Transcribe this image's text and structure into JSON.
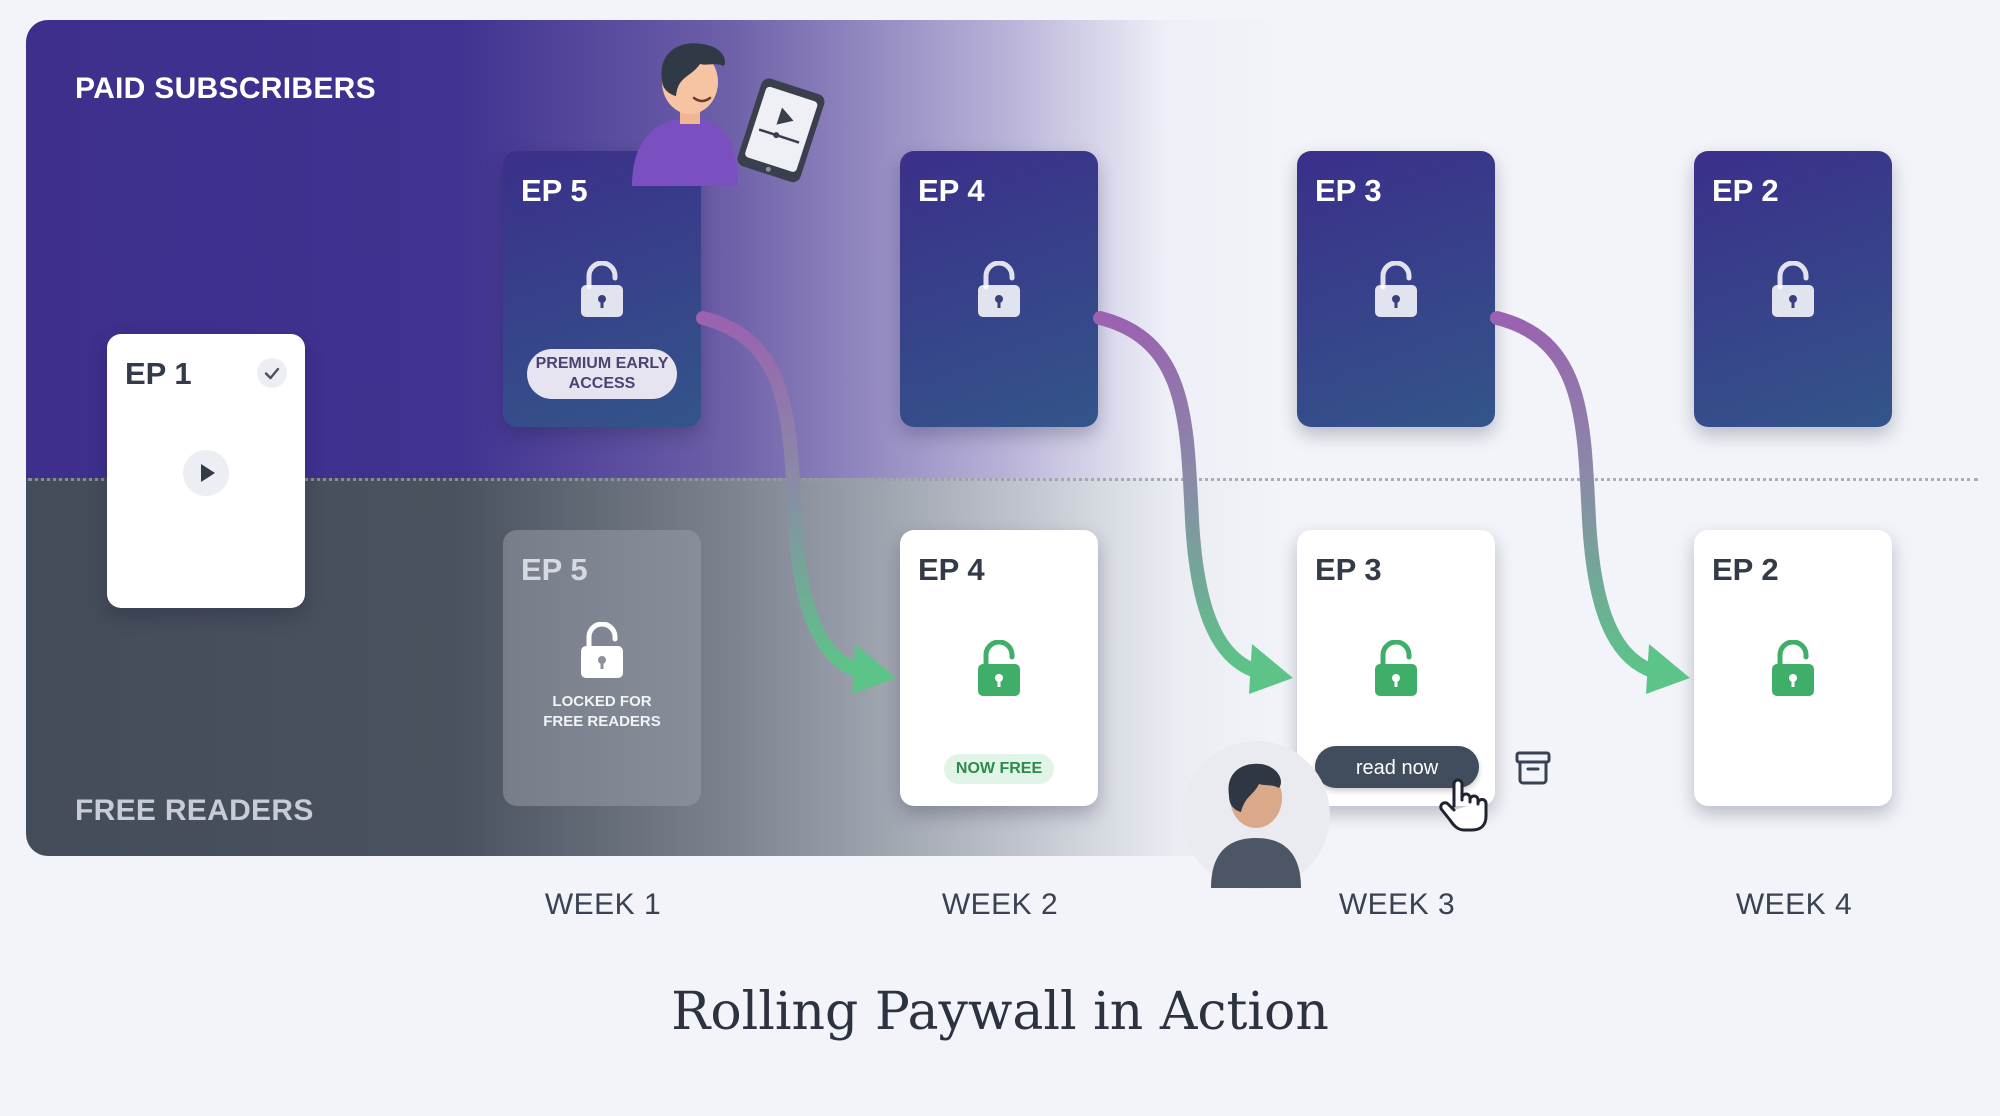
{
  "sections": {
    "paid_label": "PAID SUBSCRIBERS",
    "free_label": "FREE READERS"
  },
  "episode_1": {
    "label": "EP 1"
  },
  "paid_row": [
    {
      "label": "EP 5",
      "badge": "PREMIUM EARLY ACCESS"
    },
    {
      "label": "EP 4"
    },
    {
      "label": "EP 3"
    },
    {
      "label": "EP 2"
    }
  ],
  "free_row": [
    {
      "label": "EP 5",
      "note": "LOCKED FOR FREE READERS"
    },
    {
      "label": "EP 4",
      "badge": "NOW FREE"
    },
    {
      "label": "EP 3",
      "button": "read now"
    },
    {
      "label": "EP 2"
    }
  ],
  "weeks": [
    "WEEK 1",
    "WEEK 2",
    "WEEK 3",
    "WEEK 4"
  ],
  "title": "Rolling Paywall in Action",
  "colors": {
    "paid_band": "#3e2f8c",
    "free_band": "#434c59",
    "unlocked_green": "#3fae68",
    "arrow_purple": "#9a62b0",
    "arrow_green": "#5cc488"
  },
  "icons": [
    "unlock-icon",
    "check-icon",
    "play-icon",
    "archive-icon",
    "hand-cursor-icon",
    "tablet-icon"
  ]
}
